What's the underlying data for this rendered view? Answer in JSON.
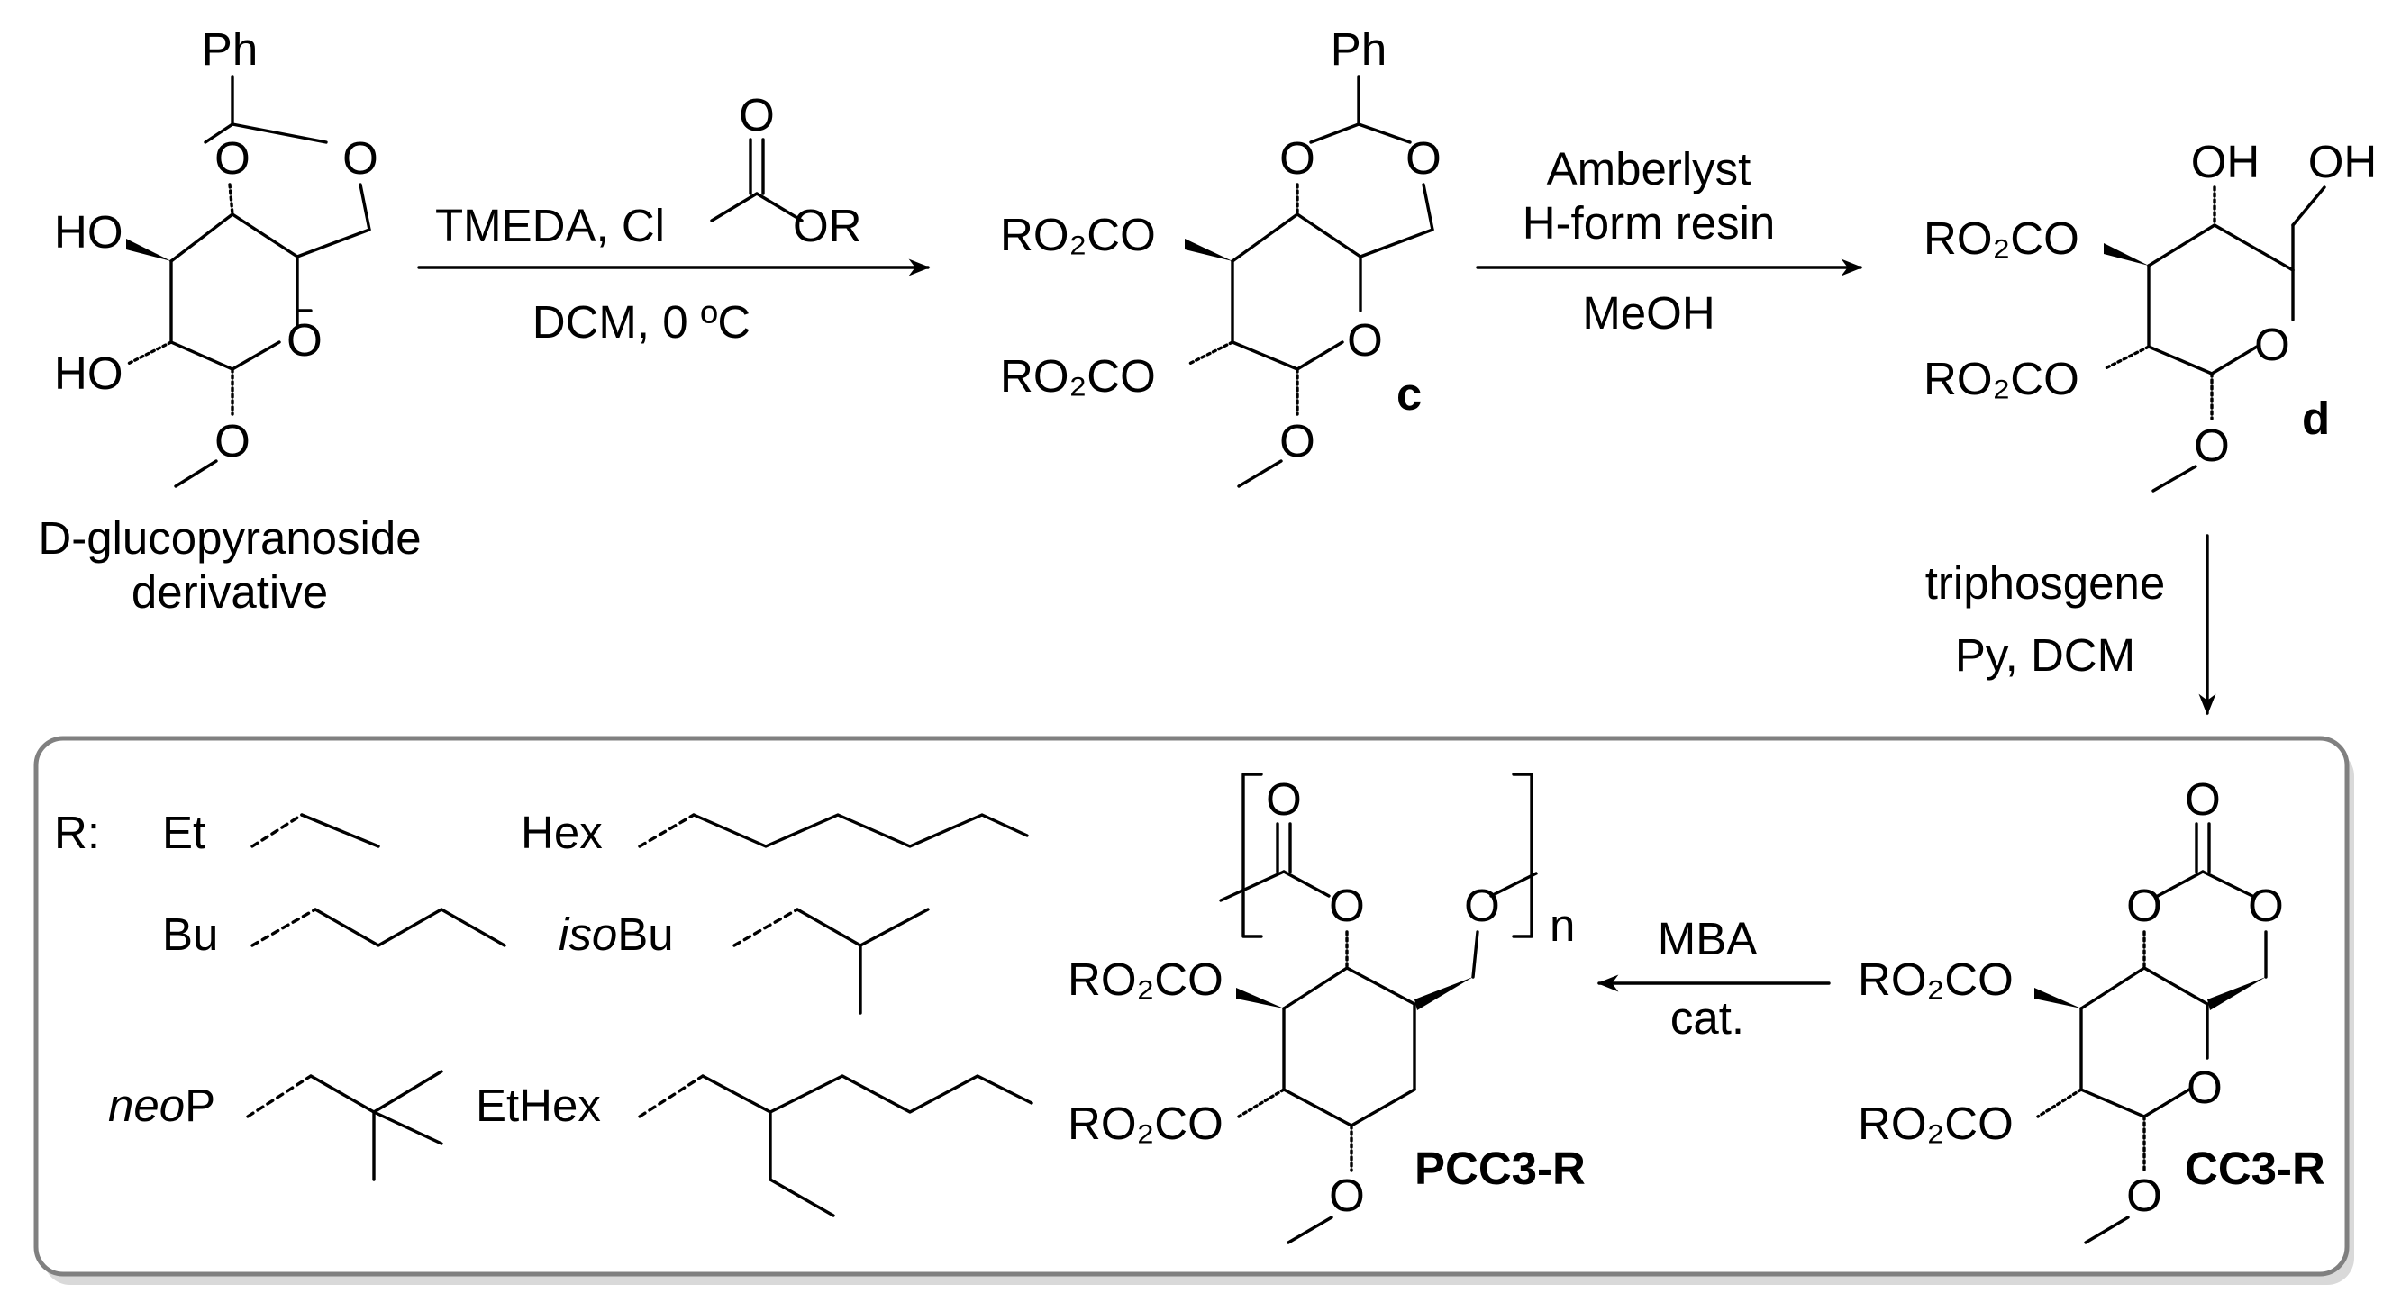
{
  "start": {
    "name_line1": "D-glucopyranoside",
    "name_line2": "derivative",
    "ph": "Ph",
    "ho1": "HO",
    "ho2": "HO"
  },
  "step1": {
    "reagent_a": "TMEDA, Cl",
    "reagent_o": "O",
    "reagent_or": "OR",
    "conditions": "DCM, 0 ºC"
  },
  "compound_c": {
    "label": "c",
    "ph": "Ph",
    "ro2co": "RO₂CO"
  },
  "step2": {
    "line1": "Amberlyst",
    "line2": "H-form resin",
    "line3": "MeOH"
  },
  "compound_d": {
    "label": "d",
    "oh1": "OH",
    "oh2": "OH",
    "ro2co": "RO₂CO"
  },
  "step3": {
    "line1": "triphosgene",
    "line2": "Py, DCM"
  },
  "r_groups": {
    "prefix": "R:",
    "et": "Et",
    "hex": "Hex",
    "bu": "Bu",
    "isobu_italic": "iso",
    "isobu_rest": "Bu",
    "neop_italic": "neo",
    "neop_rest": "P",
    "ethex": "EtHex"
  },
  "step4": {
    "line1": "MBA",
    "line2": "cat."
  },
  "monomer": {
    "label": "CC3-R",
    "ro2co": "RO₂CO"
  },
  "polymer": {
    "label": "PCC3-R",
    "ro2co": "RO₂CO",
    "n": "n"
  },
  "atoms": {
    "o": "O"
  }
}
